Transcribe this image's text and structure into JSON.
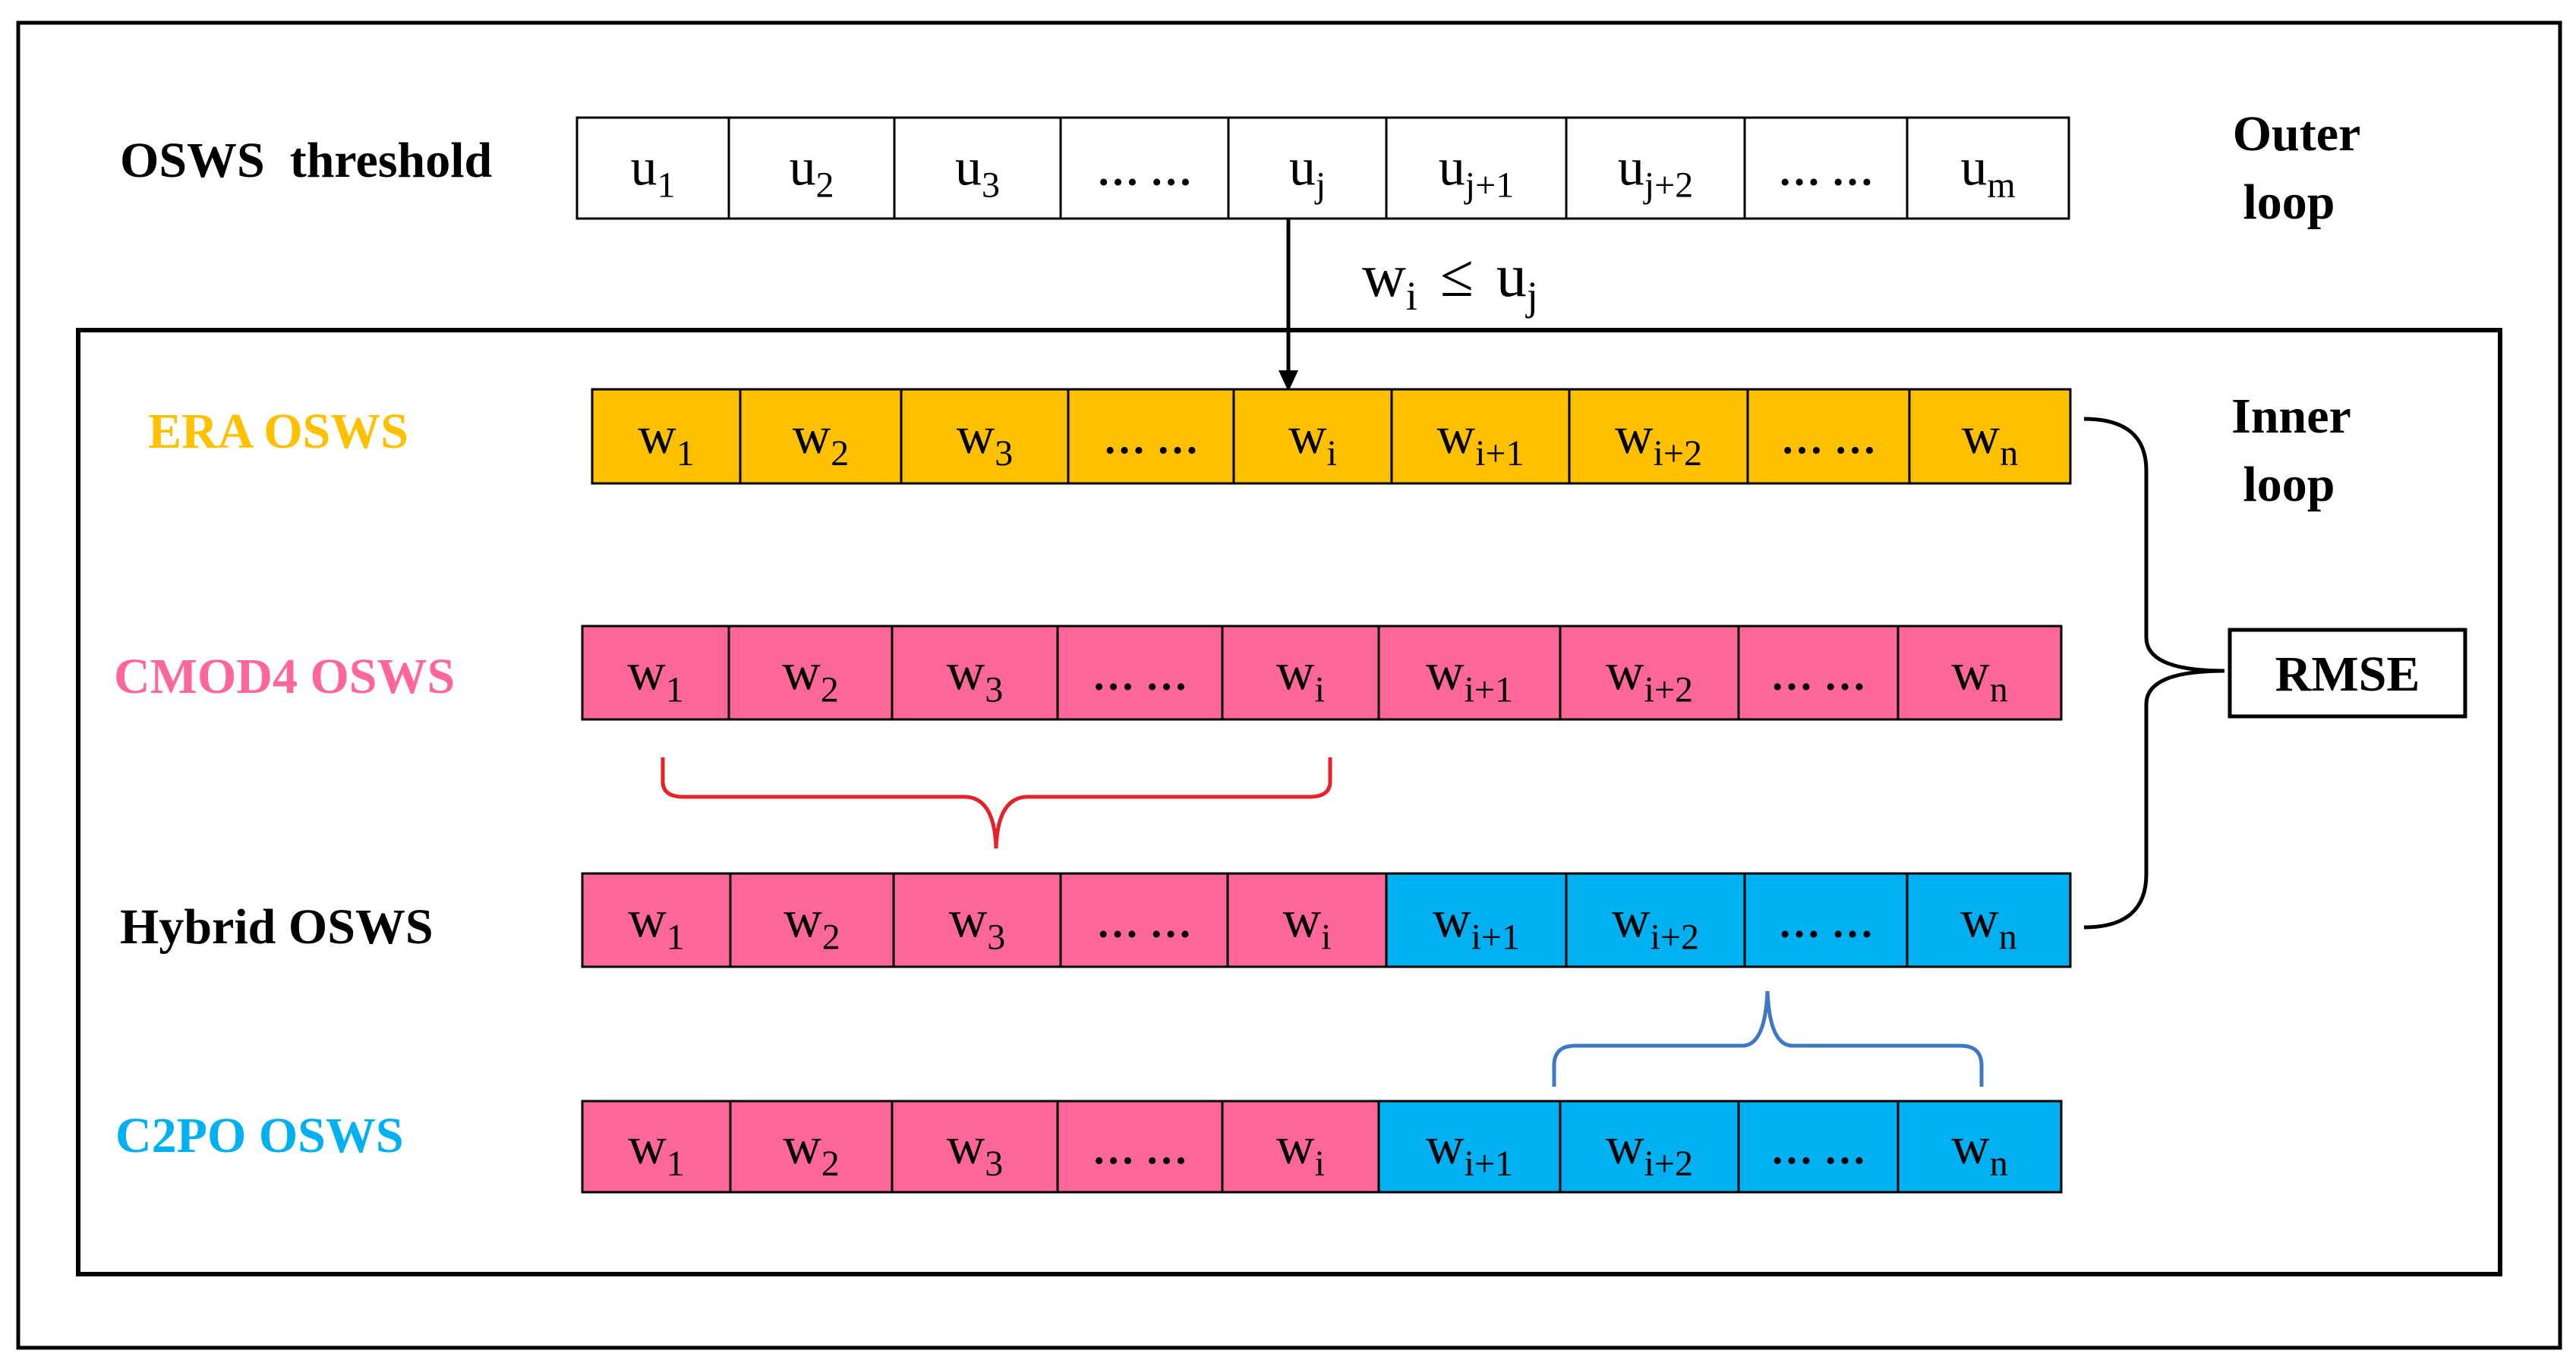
{
  "colors": {
    "era": "#FFC000",
    "cmod4": "#FF6699",
    "c2po": "#00B0F0",
    "black": "#000000",
    "white": "#FFFFFF",
    "cmod4_brace": "#E8202A",
    "c2po_brace": "#3C78C4"
  },
  "outer_loop": {
    "line1": "Outer",
    "line2": "loop"
  },
  "inner_loop": {
    "line1": "Inner",
    "line2": "loop"
  },
  "condition": {
    "w": "w",
    "w_sub": "i",
    "op": "≤",
    "u": "u",
    "u_sub": "j"
  },
  "rmse": "RMSE",
  "rows": [
    {
      "id": "threshold",
      "label": "OSWS  threshold",
      "label_color": "#000000",
      "cells": [
        {
          "base": "u",
          "sub": "1",
          "fill": "white"
        },
        {
          "base": "u",
          "sub": "2",
          "fill": "white"
        },
        {
          "base": "u",
          "sub": "3",
          "fill": "white"
        },
        {
          "base": "… …",
          "sub": "",
          "fill": "white"
        },
        {
          "base": "u",
          "sub": "j",
          "fill": "white"
        },
        {
          "base": "u",
          "sub": "j+1",
          "fill": "white"
        },
        {
          "base": "u",
          "sub": "j+2",
          "fill": "white"
        },
        {
          "base": "… …",
          "sub": "",
          "fill": "white"
        },
        {
          "base": "u",
          "sub": "m",
          "fill": "white"
        }
      ]
    },
    {
      "id": "era",
      "label": "ERA OSWS",
      "label_color": "#FFC000",
      "cells": [
        {
          "base": "w",
          "sub": "1",
          "fill": "era"
        },
        {
          "base": "w",
          "sub": "2",
          "fill": "era"
        },
        {
          "base": "w",
          "sub": "3",
          "fill": "era"
        },
        {
          "base": "… …",
          "sub": "",
          "fill": "era"
        },
        {
          "base": "w",
          "sub": "i",
          "fill": "era"
        },
        {
          "base": "w",
          "sub": "i+1",
          "fill": "era"
        },
        {
          "base": "w",
          "sub": "i+2",
          "fill": "era"
        },
        {
          "base": "… …",
          "sub": "",
          "fill": "era"
        },
        {
          "base": "w",
          "sub": "n",
          "fill": "era"
        }
      ]
    },
    {
      "id": "cmod4",
      "label": "CMOD4 OSWS",
      "label_color": "#FF6699",
      "cells": [
        {
          "base": "w",
          "sub": "1",
          "fill": "cmod4"
        },
        {
          "base": "w",
          "sub": "2",
          "fill": "cmod4"
        },
        {
          "base": "w",
          "sub": "3",
          "fill": "cmod4"
        },
        {
          "base": "… …",
          "sub": "",
          "fill": "cmod4"
        },
        {
          "base": "w",
          "sub": "i",
          "fill": "cmod4"
        },
        {
          "base": "w",
          "sub": "i+1",
          "fill": "cmod4"
        },
        {
          "base": "w",
          "sub": "i+2",
          "fill": "cmod4"
        },
        {
          "base": "… …",
          "sub": "",
          "fill": "cmod4"
        },
        {
          "base": "w",
          "sub": "n",
          "fill": "cmod4"
        }
      ]
    },
    {
      "id": "hybrid",
      "label": "Hybrid OSWS",
      "label_color": "#000000",
      "cells": [
        {
          "base": "w",
          "sub": "1",
          "fill": "cmod4"
        },
        {
          "base": "w",
          "sub": "2",
          "fill": "cmod4"
        },
        {
          "base": "w",
          "sub": "3",
          "fill": "cmod4"
        },
        {
          "base": "… …",
          "sub": "",
          "fill": "cmod4"
        },
        {
          "base": "w",
          "sub": "i",
          "fill": "cmod4"
        },
        {
          "base": "w",
          "sub": "i+1",
          "fill": "c2po"
        },
        {
          "base": "w",
          "sub": "i+2",
          "fill": "c2po"
        },
        {
          "base": "… …",
          "sub": "",
          "fill": "c2po"
        },
        {
          "base": "w",
          "sub": "n",
          "fill": "c2po"
        }
      ]
    },
    {
      "id": "c2po",
      "label": "C2PO OSWS",
      "label_color": "#00B0F0",
      "cells": [
        {
          "base": "w",
          "sub": "1",
          "fill": "cmod4"
        },
        {
          "base": "w",
          "sub": "2",
          "fill": "cmod4"
        },
        {
          "base": "w",
          "sub": "3",
          "fill": "cmod4"
        },
        {
          "base": "… …",
          "sub": "",
          "fill": "cmod4"
        },
        {
          "base": "w",
          "sub": "i",
          "fill": "cmod4"
        },
        {
          "base": "w",
          "sub": "i+1",
          "fill": "c2po"
        },
        {
          "base": "w",
          "sub": "i+2",
          "fill": "c2po"
        },
        {
          "base": "… …",
          "sub": "",
          "fill": "c2po"
        },
        {
          "base": "w",
          "sub": "n",
          "fill": "c2po"
        }
      ]
    }
  ]
}
